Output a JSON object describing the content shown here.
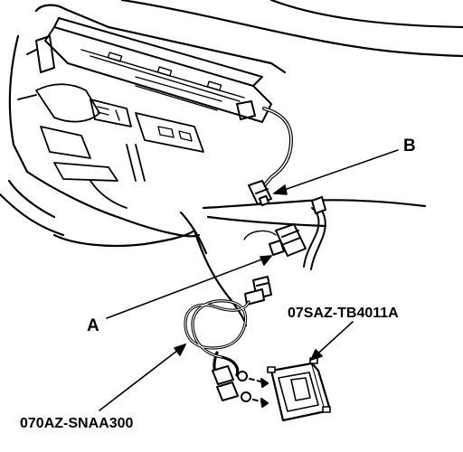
{
  "callouts": {
    "a": "A",
    "b": "B",
    "tool_part_number": "07SAZ-TB4011A",
    "harness_part_number": "070AZ-SNAA300"
  },
  "colors": {
    "ink": "#000000",
    "paper": "#ffffff"
  }
}
